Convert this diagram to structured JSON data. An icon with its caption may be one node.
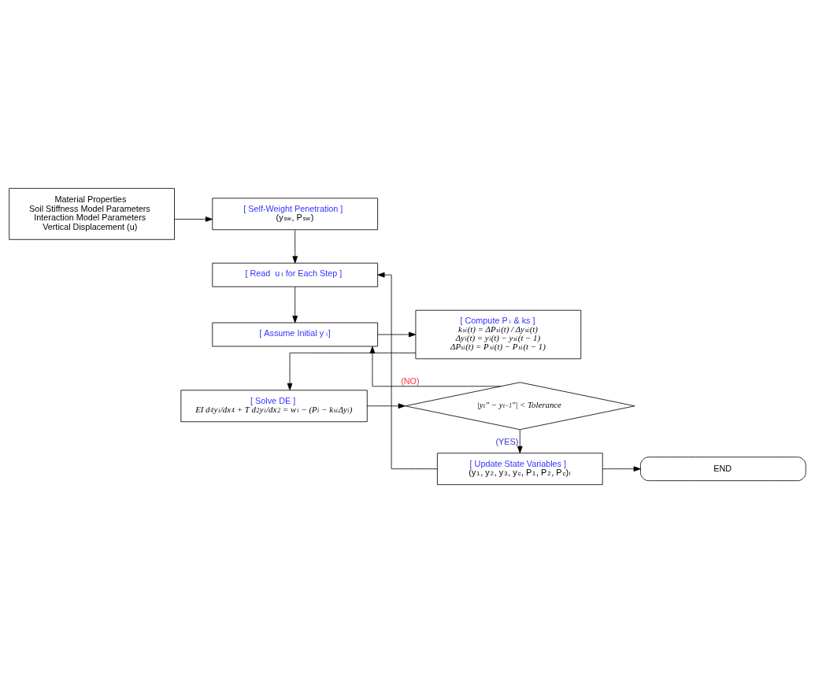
{
  "diagram": {
    "nodes": [
      {
        "text": [
          "Material Properties",
          "Soil Stiffness Model Parameters",
          "Interaction Model Parameters",
          "Vertical Displacement (u)"
        ]
      },
      {
        "text": [
          "[ Self-Weight Penetration ]",
          "(y$_{sw}$, P$_{sw}$)"
        ]
      },
      {
        "text": [
          "[ Read  u$_{t}$ for Each Step ]"
        ]
      },
      {
        "text": [
          "[ Assume Initial y$_{i}$]"
        ]
      },
      {
        "text": [
          "[ Compute P$_{i}$ & ks ]",
          "k$_{si}$(t) = ΔP$_{si}$(t) / Δy$_{si}$(t)",
          "Δy$_{i}$(t) = y$_{i}$(t) − y$_{si}$(t − 1)",
          "ΔP$_{si}$(t) = P$_{si}$(t) − P$_{si}$(t − 1)"
        ]
      },
      {
        "text": [
          "[ Solve DE ]",
          "EI d$^{4}$y$_{i}$/dx$^{4}$ + T d$^{2}$y$_{i}$/dx$^{2}$ = w$_{i}$ − (P$_{i}$ − k$_{si}$Δy$_{i}$)"
        ]
      },
      {
        "text": [
          "|y$_{t}$″ − y$_{t−1}$″| < Tolerance"
        ]
      },
      {
        "text": [
          "[ Update State Variables ]",
          "(y$_{1}$, y$_{2}$, y$_{3}$, y$_{c}$, P$_{1}$, P$_{2}$, P$_{c}$)$_{i}$"
        ]
      },
      {
        "text": [
          "END"
        ]
      }
    ],
    "edges": [
      {
        "from": 0,
        "to": 1,
        "arrow": "to"
      },
      {
        "from": 1,
        "to": 2,
        "arrow": "to"
      },
      {
        "from": 2,
        "to": 3,
        "arrow": "to"
      },
      {
        "from": 3,
        "to": 4,
        "arrow": "to"
      },
      {
        "from": 4,
        "to": 5,
        "arrow": "to"
      },
      {
        "from": 5,
        "to": 6,
        "arrow": "to"
      },
      {
        "from": 6,
        "to": 3,
        "arrow": "to",
        "label": "(NO)"
      },
      {
        "from": 6,
        "to": 7,
        "arrow": "to",
        "label": "(YES)"
      },
      {
        "from": 7,
        "to": 8,
        "arrow": "to"
      },
      {
        "from": 7,
        "to": 2,
        "arrow": "to"
      }
    ]
  }
}
